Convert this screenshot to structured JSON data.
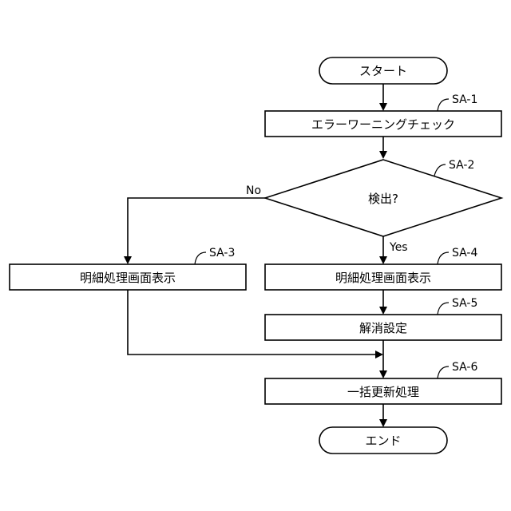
{
  "flowchart": {
    "start": "スタート",
    "end": "エンド",
    "steps": {
      "sa1": {
        "id": "SA-1",
        "label": "エラーワーニングチェック"
      },
      "sa2": {
        "id": "SA-2",
        "label": "検出?"
      },
      "sa3": {
        "id": "SA-3",
        "label": "明細処理画面表示"
      },
      "sa4": {
        "id": "SA-4",
        "label": "明細処理画面表示"
      },
      "sa5": {
        "id": "SA-5",
        "label": "解消設定"
      },
      "sa6": {
        "id": "SA-6",
        "label": "一括更新処理"
      }
    },
    "branches": {
      "no": "No",
      "yes": "Yes"
    }
  }
}
